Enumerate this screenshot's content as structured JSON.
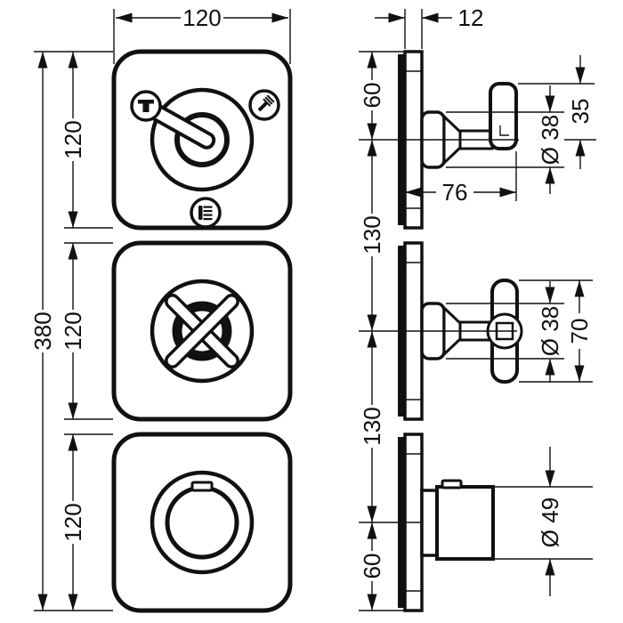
{
  "dimensions": {
    "front_width": "120",
    "total_height": "380",
    "module_heights": [
      "120",
      "120",
      "120"
    ],
    "plate_thickness": "12",
    "top_center_offset": "60",
    "center_spacing_top": "130",
    "center_spacing_bottom": "130",
    "bottom_center_offset": "60",
    "lever_top_height": "35",
    "lever_hub_diameter": "Ø 38",
    "lever_projection": "76",
    "cross_hub_diameter": "Ø 38",
    "cross_handle_height": "70",
    "thermostat_knob_diameter": "Ø 49"
  },
  "icons": {
    "module1_top_left": "overhead-shower",
    "module1_top_right": "hand-shower",
    "module1_bottom": "body-spray"
  },
  "colors": {
    "line": "#111111",
    "background": "#ffffff"
  }
}
